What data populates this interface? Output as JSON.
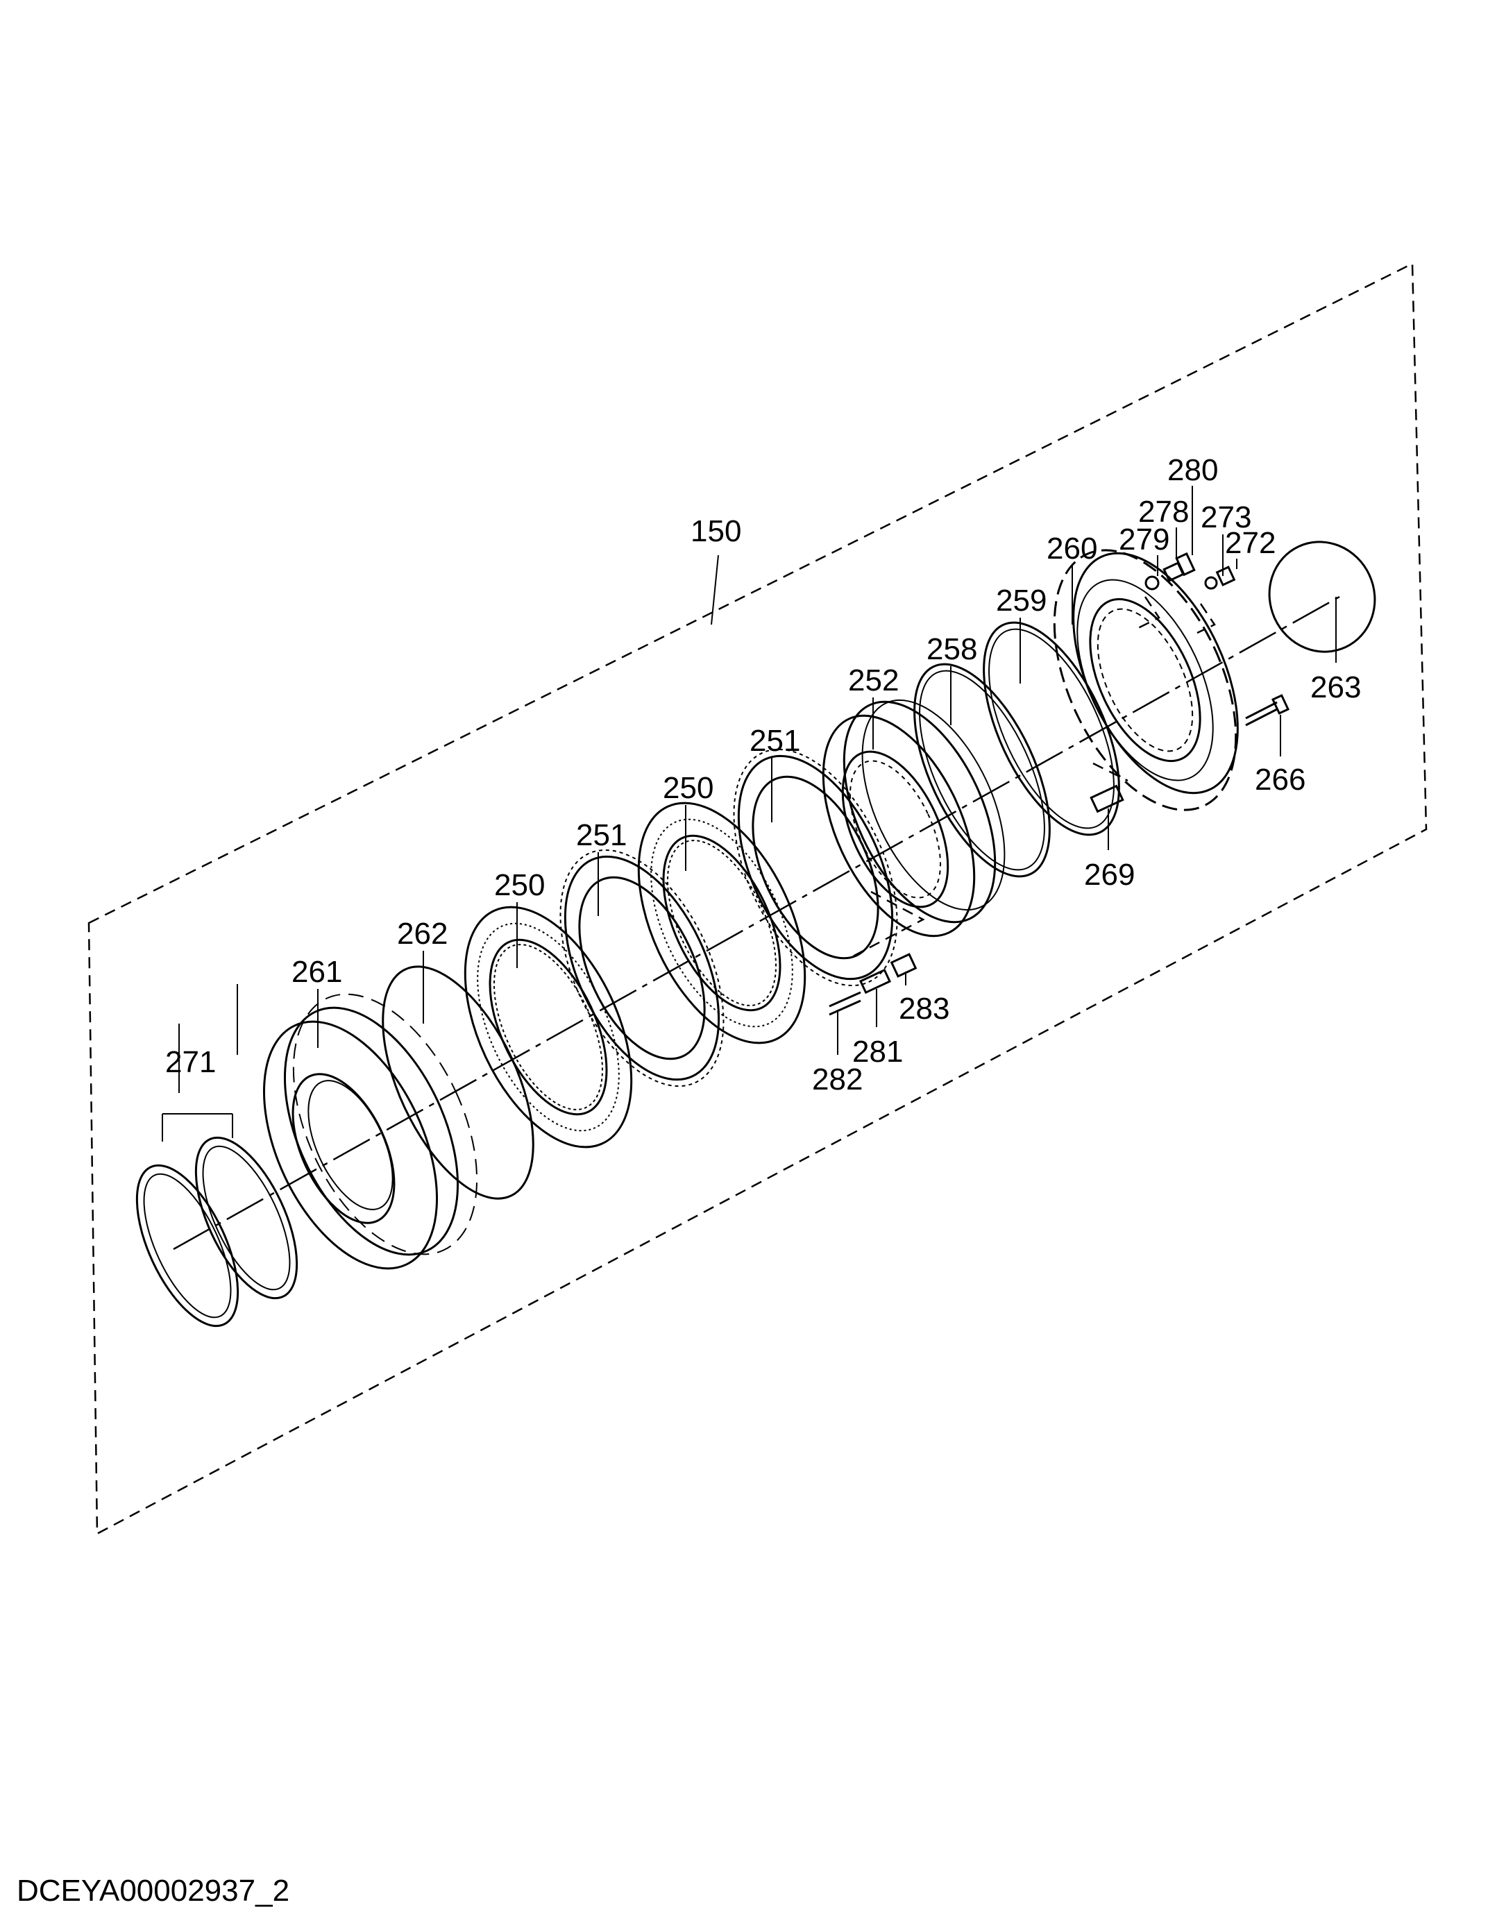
{
  "document_id": "DCEYA00002937_2",
  "callouts": {
    "c150": "150",
    "c250a": "250",
    "c250b": "250",
    "c251a": "251",
    "c251b": "251",
    "c252": "252",
    "c258": "258",
    "c259": "259",
    "c260": "260",
    "c261": "261",
    "c262": "262",
    "c263": "263",
    "c266": "266",
    "c269": "269",
    "c271": "271",
    "c272": "272",
    "c273": "273",
    "c278": "278",
    "c279": "279",
    "c280": "280",
    "c281": "281",
    "c282": "282",
    "c283": "283"
  }
}
